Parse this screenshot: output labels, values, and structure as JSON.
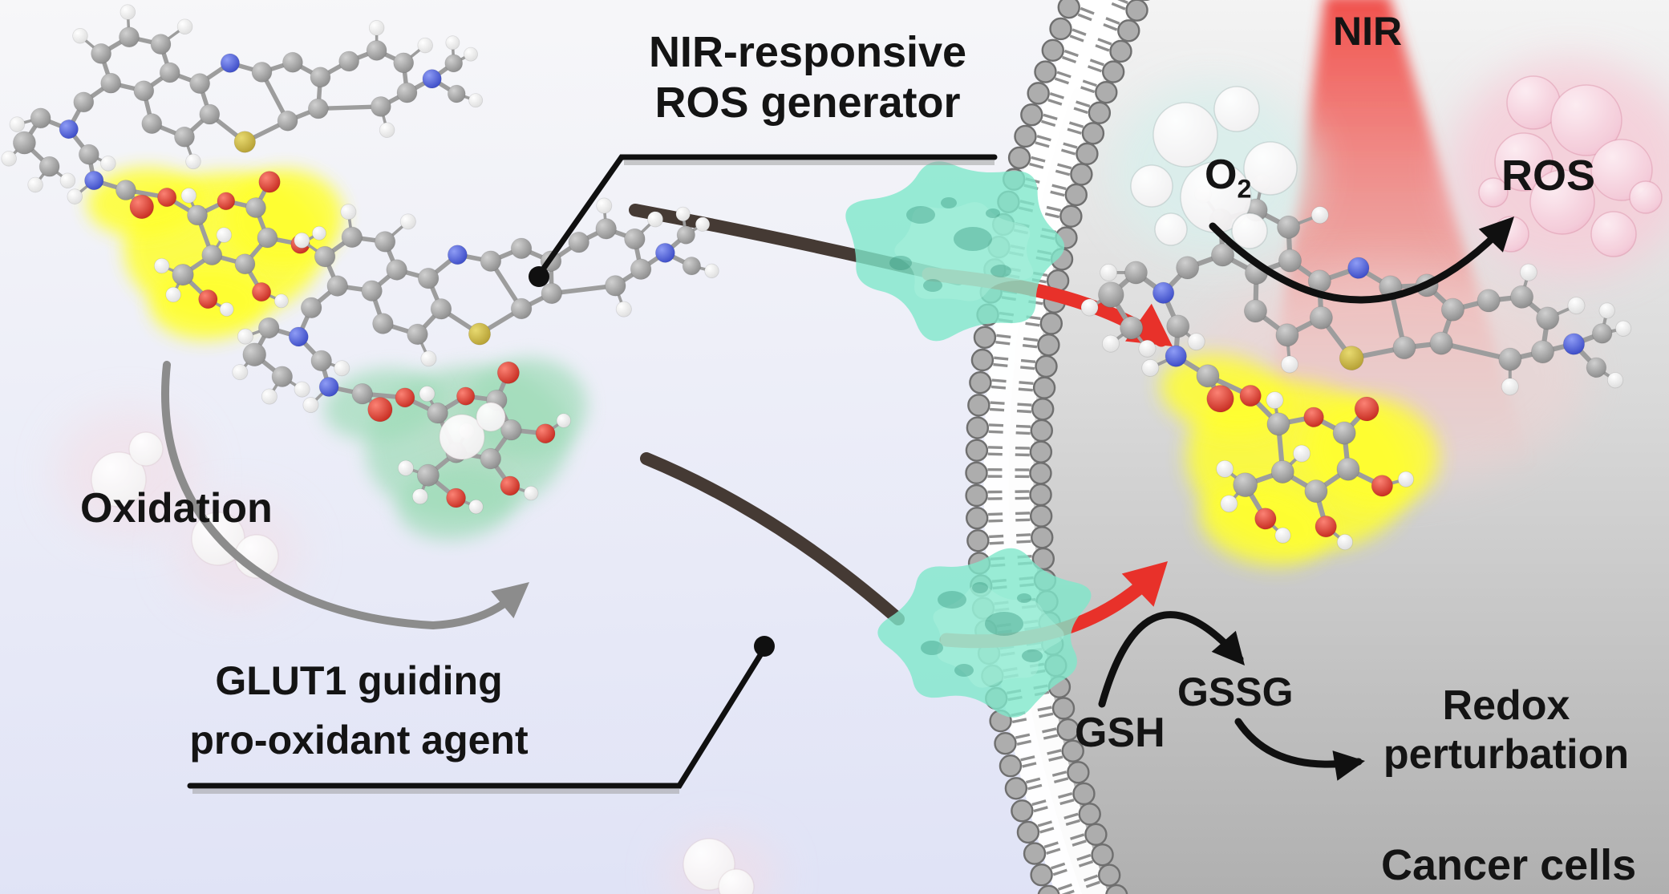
{
  "labels": {
    "title_line1": "NIR-responsive",
    "title_line2": "ROS generator",
    "glut1_line1": "GLUT1 guiding",
    "glut1_line2": "pro-oxidant agent",
    "oxidation": "Oxidation",
    "nir": "NIR",
    "o2_base": "O",
    "o2_sub": "2",
    "ros": "ROS",
    "gsh": "GSH",
    "gssg": "GSSG",
    "redox_line1": "Redox",
    "redox_line2": "perturbation",
    "cancer_cells": "Cancer cells"
  },
  "colors": {
    "text": "#141414",
    "carbon": "#8f8f8f",
    "hydrogen": "#f1f1f1",
    "nitrogen": "#3c50d8",
    "sulfur": "#c9b22f",
    "oxygen": "#d92b20",
    "bond": "#9d9d9d",
    "membrane_head": "#adadad",
    "membrane_outline": "#6f6f6f",
    "membrane_tail": "#8f8f8f",
    "glut1_protein": "#7fe7cb",
    "glut1_spot": "#2f9079",
    "highlight_yellow": "#ffff2e",
    "highlight_green": "#9fdcb8",
    "nir_beam": "#f04641",
    "arrow_red": "#e8312a",
    "arrow_dark": "#453a34",
    "arrow_gray": "#8c8c8c",
    "arrow_black": "#101010",
    "o2_glow": "#d9efec",
    "ros_glow": "#f7ccd8",
    "ros_bubble": "#efb9ca",
    "deco_glow": "#f4dde4",
    "bg_outside_top": "#f7f7f9",
    "bg_outside_bottom": "#dfe2f6",
    "bg_cell_top": "#f4f4f4",
    "bg_cell_bottom": "#b0b0b0"
  }
}
